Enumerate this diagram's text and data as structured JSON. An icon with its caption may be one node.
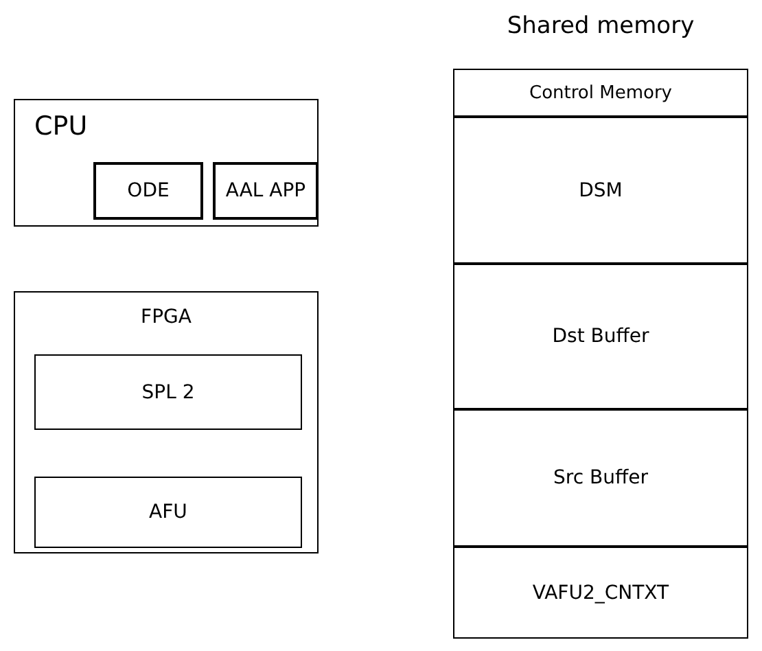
{
  "diagram": {
    "nodes": [
      {
        "text": [
          "CPU"
        ]
      },
      {
        "text": [
          "ODE"
        ],
        "in": 0
      },
      {
        "text": [
          "AAL APP"
        ],
        "in": 0
      },
      {
        "text": [
          "FPGA"
        ]
      },
      {
        "text": [
          "SPL 2"
        ],
        "in": 3
      },
      {
        "text": [
          "AFU"
        ],
        "in": 3
      },
      {
        "text": [
          "Shared memory"
        ]
      },
      {
        "text": [
          "Control Memory"
        ],
        "in": 6
      },
      {
        "text": [
          "DSM"
        ],
        "in": 6
      },
      {
        "text": [
          "Dst Buffer"
        ],
        "in": 6
      },
      {
        "text": [
          "Src Buffer"
        ],
        "in": 6
      },
      {
        "text": [
          "VAFU2_CNTXT"
        ],
        "in": 6
      }
    ],
    "edges": []
  }
}
